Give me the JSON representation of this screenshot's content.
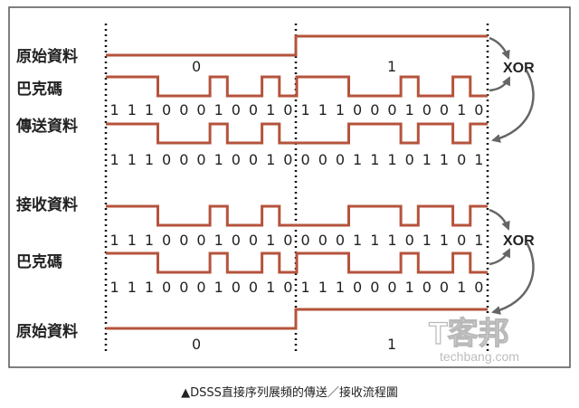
{
  "colors": {
    "signal": "#b5533c",
    "text": "#222222",
    "border": "#555555",
    "arrow": "#666666"
  },
  "labels": {
    "orig_top": "原始資料",
    "code_top": "巴克碼",
    "send": "傳送資料",
    "recv": "接收資料",
    "code_bottom": "巴克碼",
    "orig_bottom": "原始資料"
  },
  "xor_label": "XOR",
  "data_bits": [
    "0",
    "1"
  ],
  "rows": {
    "code_top": [
      1,
      1,
      1,
      0,
      0,
      0,
      1,
      0,
      0,
      1,
      0,
      1,
      1,
      1,
      0,
      0,
      0,
      1,
      0,
      0,
      1,
      0
    ],
    "send": [
      1,
      1,
      1,
      0,
      0,
      0,
      1,
      0,
      0,
      1,
      0,
      0,
      0,
      0,
      1,
      1,
      1,
      0,
      1,
      1,
      0,
      1
    ],
    "recv": [
      1,
      1,
      1,
      0,
      0,
      0,
      1,
      0,
      0,
      1,
      0,
      0,
      0,
      0,
      1,
      1,
      1,
      0,
      1,
      1,
      0,
      1
    ],
    "code_bottom": [
      1,
      1,
      1,
      0,
      0,
      0,
      1,
      0,
      0,
      1,
      0,
      1,
      1,
      1,
      0,
      0,
      0,
      1,
      0,
      0,
      1,
      0
    ]
  },
  "watermark": {
    "brand": "T客邦",
    "site": "techbang.com"
  },
  "caption": "▲DSSS直接序列展頻的傳送／接收流程圖"
}
